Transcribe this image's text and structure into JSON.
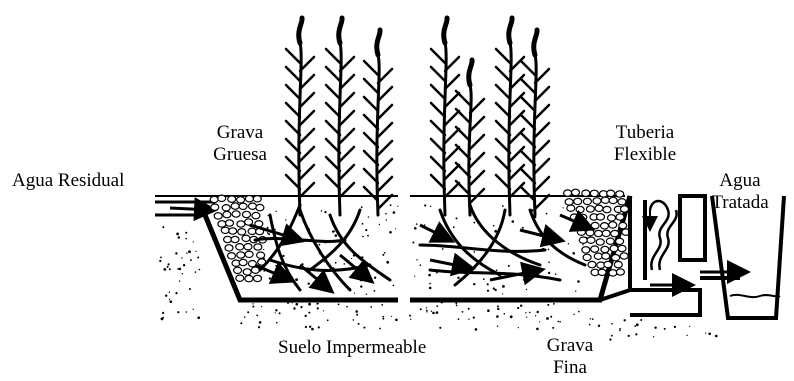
{
  "labels": {
    "agua_residual": "Agua Residual",
    "grava_gruesa": [
      "Grava",
      "Gruesa"
    ],
    "tuberia_flexible": [
      "Tuberia",
      "Flexible"
    ],
    "agua_tratada": [
      "Agua",
      "Tratada"
    ],
    "suelo_impermeable": "Suelo Impermeable",
    "grava_fina": [
      "Grava",
      "Fina"
    ]
  },
  "colors": {
    "ink": "#000000",
    "background": "#ffffff"
  },
  "icons": [
    "reed-plant",
    "gravel",
    "root-system",
    "flow-arrow",
    "flexible-pipe",
    "collection-tank"
  ]
}
